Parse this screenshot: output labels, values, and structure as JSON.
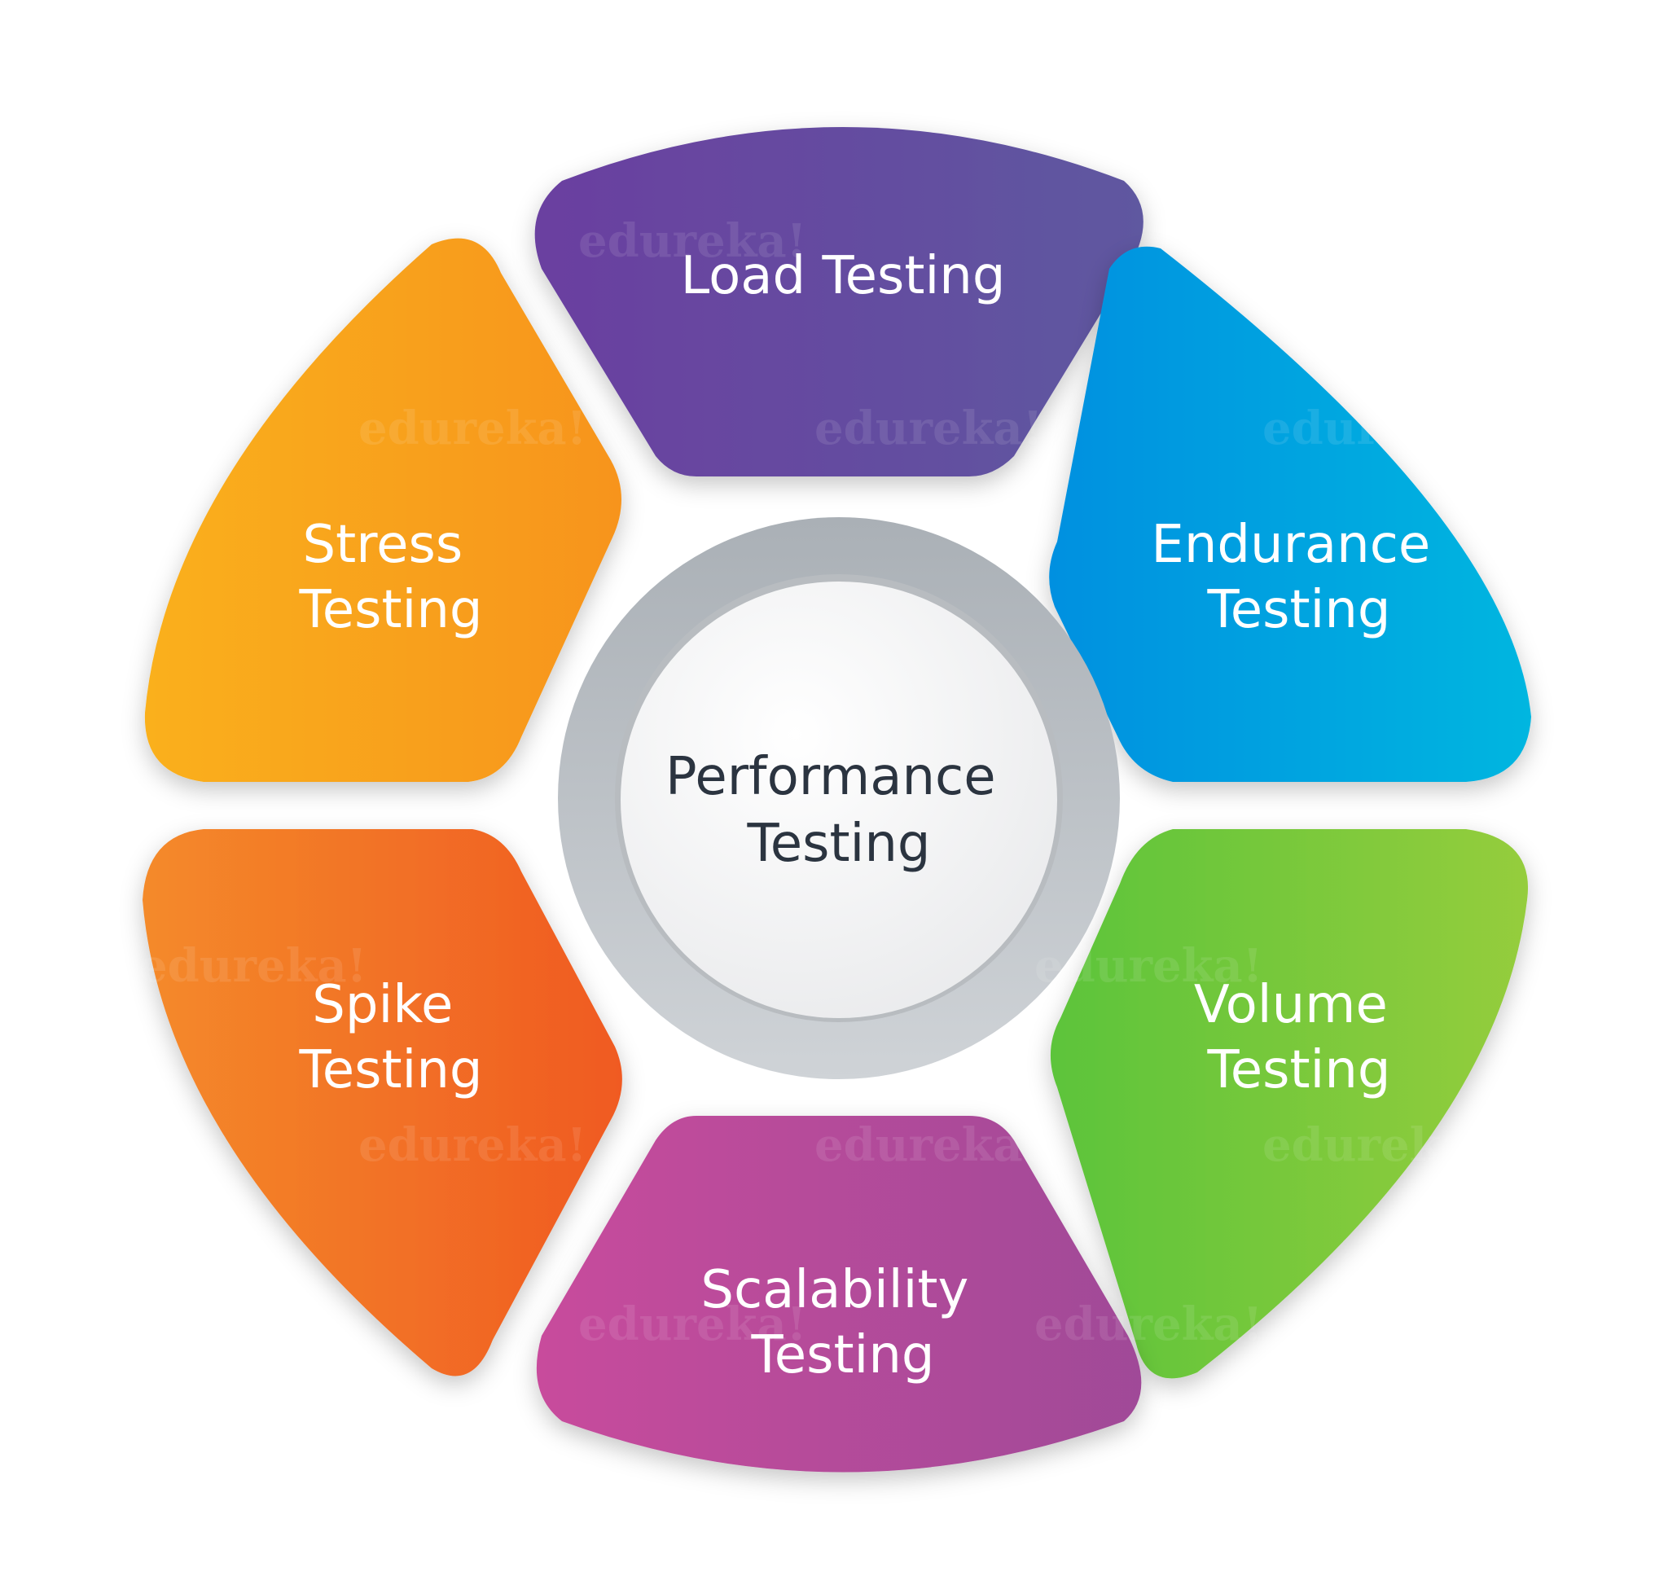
{
  "watermark": "edureka!",
  "center": {
    "line1": "Performance",
    "line2": "Testing"
  },
  "segments": [
    {
      "id": "load",
      "lines": [
        "Load Testing"
      ],
      "from": "#6a3fa0",
      "to": "#5f58a0"
    },
    {
      "id": "endurance",
      "lines": [
        "Endurance",
        "Testing"
      ],
      "from": "#0090e0",
      "to": "#00b6e0"
    },
    {
      "id": "volume",
      "lines": [
        "Volume",
        "Testing"
      ],
      "from": "#5cc43a",
      "to": "#95cd3c"
    },
    {
      "id": "scalability",
      "lines": [
        "Scalability",
        "Testing"
      ],
      "from": "#c84c9c",
      "to": "#a04a98"
    },
    {
      "id": "spike",
      "lines": [
        "Spike",
        "Testing"
      ],
      "from": "#f48a2a",
      "to": "#f05a22"
    },
    {
      "id": "stress",
      "lines": [
        "Stress",
        "Testing"
      ],
      "from": "#fab01c",
      "to": "#f7941d"
    }
  ]
}
